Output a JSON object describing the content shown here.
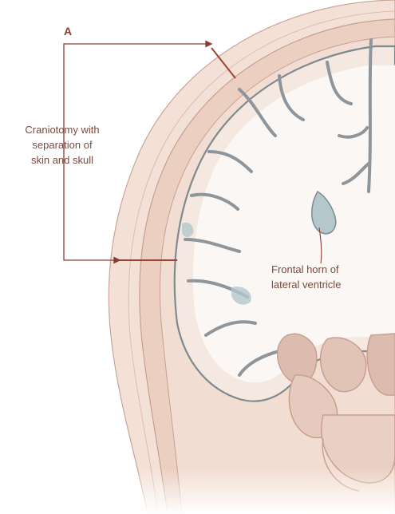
{
  "figure": {
    "panel_letter": "A",
    "labels": {
      "craniotomy": [
        "Craniotomy with",
        "separation of",
        "skin and skull"
      ],
      "frontal_horn": [
        "Frontal horn of",
        "lateral ventricle"
      ]
    }
  },
  "colors": {
    "annotation_line": "#8a3d33",
    "label_text": "#7a4a3e",
    "skin": "#f0ddd3",
    "bone": "#e8cbbd",
    "bone_dark": "#d9b3a2",
    "gray_matter": "#f3e6df",
    "white_matter": "#fbf6f2",
    "sulcus": "#8e959b",
    "ventricle": "#b3c7cc",
    "cut": "#9b4432"
  }
}
